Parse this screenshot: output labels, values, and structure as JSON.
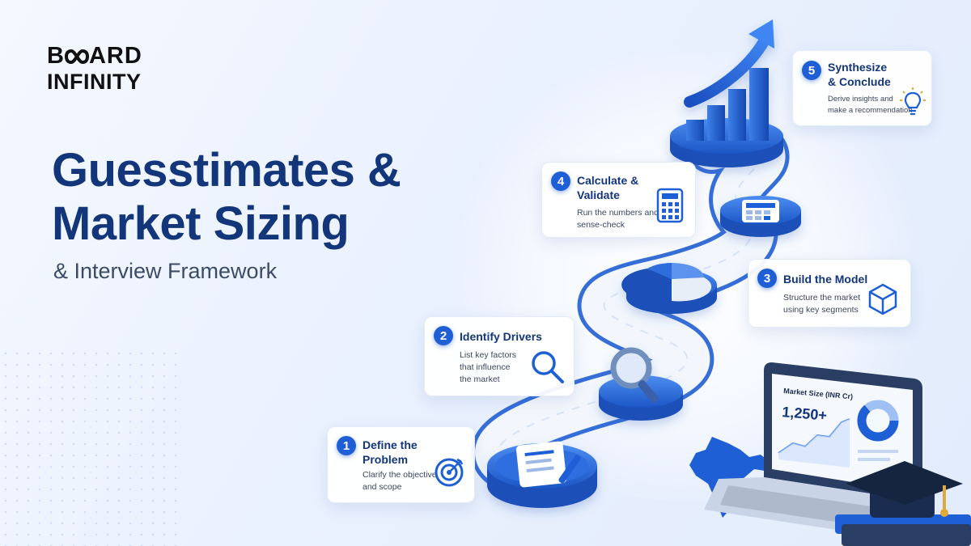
{
  "logo": {
    "line1_left": "B",
    "line1_right": "ARD",
    "line2": "INFINITY"
  },
  "headline": {
    "line1": "Guesstimates &",
    "line2": "Market Sizing",
    "subtitle": "& Interview Framework"
  },
  "steps": [
    {
      "number": "1",
      "title": "Define the\nProblem",
      "desc": "Clarify the objective\nand scope",
      "icon": "target-icon"
    },
    {
      "number": "2",
      "title": "Identify Drivers",
      "desc": "List key factors\nthat influence\nthe market",
      "icon": "magnifier-icon"
    },
    {
      "number": "3",
      "title": "Build the Model",
      "desc": "Structure the market\nusing key segments",
      "icon": "cube-icon"
    },
    {
      "number": "4",
      "title": "Calculate &\nValidate",
      "desc": "Run the numbers and\nsense-check",
      "icon": "calculator-icon"
    },
    {
      "number": "5",
      "title": "Synthesize\n& Conclude",
      "desc": "Derive insights and\nmake a recommendation",
      "icon": "lightbulb-icon"
    }
  ],
  "laptop": {
    "label": "Market Size (INR Cr)",
    "value": "1,250+"
  },
  "colors": {
    "primary": "#1f5fd6",
    "navy": "#13367a",
    "road": "#f3f7fd"
  }
}
